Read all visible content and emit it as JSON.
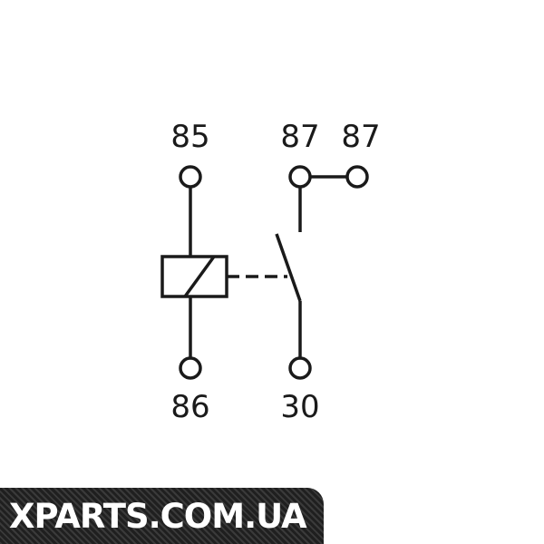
{
  "pins": {
    "p85": "85",
    "p87_left": "87",
    "p87_right": "87",
    "p86": "86",
    "p30": "30"
  },
  "watermark": {
    "text": "XPARTS.COM.UA"
  },
  "colors": {
    "line": "#1a1a1a",
    "background": "#ffffff",
    "watermark_bg": "#1f1f1f",
    "watermark_text": "#ffffff"
  }
}
